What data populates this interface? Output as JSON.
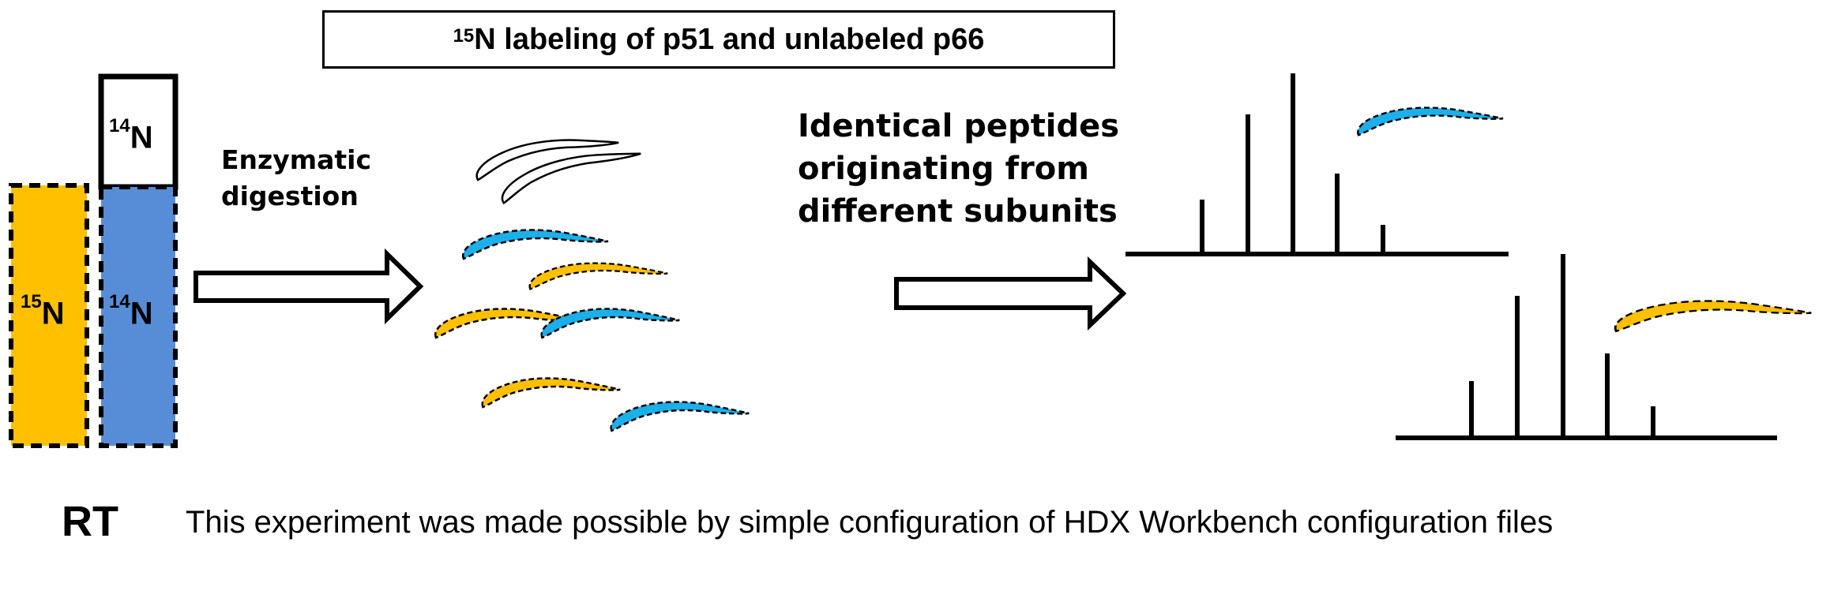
{
  "header": {
    "title_sup": "15",
    "title_text": "N labeling of p51 and unlabeled p66"
  },
  "subunits": {
    "labeled": {
      "sup": "15",
      "text": "N",
      "color": "#ffc000"
    },
    "unlabeled_top": {
      "sup": "14",
      "text": "N",
      "color": "#ffffff"
    },
    "unlabeled_bottom": {
      "sup": "14",
      "text": "N",
      "color": "#578dd6"
    }
  },
  "step": {
    "line1": "Enzymatic",
    "line2": "digestion"
  },
  "result": {
    "line1": "Identical peptides",
    "line2": "originating from",
    "line3": "different subunits"
  },
  "footer": {
    "rt": "RT",
    "note": "This experiment was made possible by simple configuration of HDX Workbench configuration files"
  },
  "colors": {
    "peptide_blue": "#1bb0ea",
    "peptide_orange": "#ffc000",
    "subunit_blue": "#578dd6",
    "outline": "#000000"
  },
  "icons": [
    "arrow-right-icon",
    "peptide-icon",
    "mass-spectrum-icon"
  ]
}
